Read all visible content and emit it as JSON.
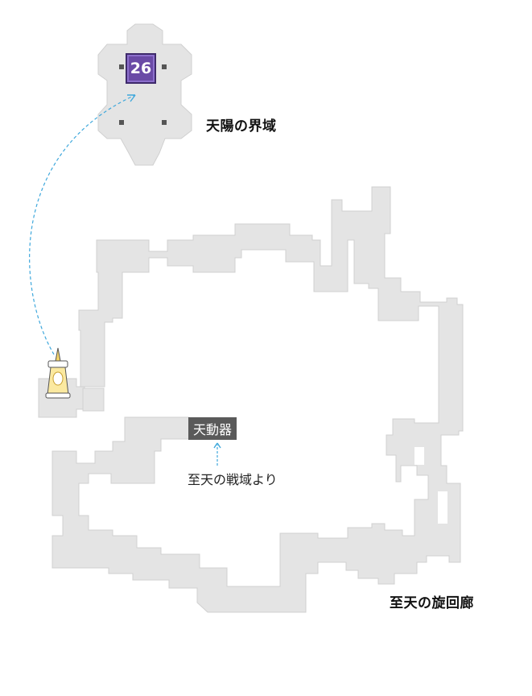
{
  "upper_area": {
    "name": "天陽の界域",
    "floor_badge": "26"
  },
  "lower_area": {
    "name": "至天の旋回廊"
  },
  "device": {
    "label": "天動器"
  },
  "entry_note": "至天の戦域より",
  "icons": {
    "warp_beacon": "beacon-icon",
    "arrow_color": "#3fa8dc",
    "badge_color": "#6a4aa6"
  }
}
